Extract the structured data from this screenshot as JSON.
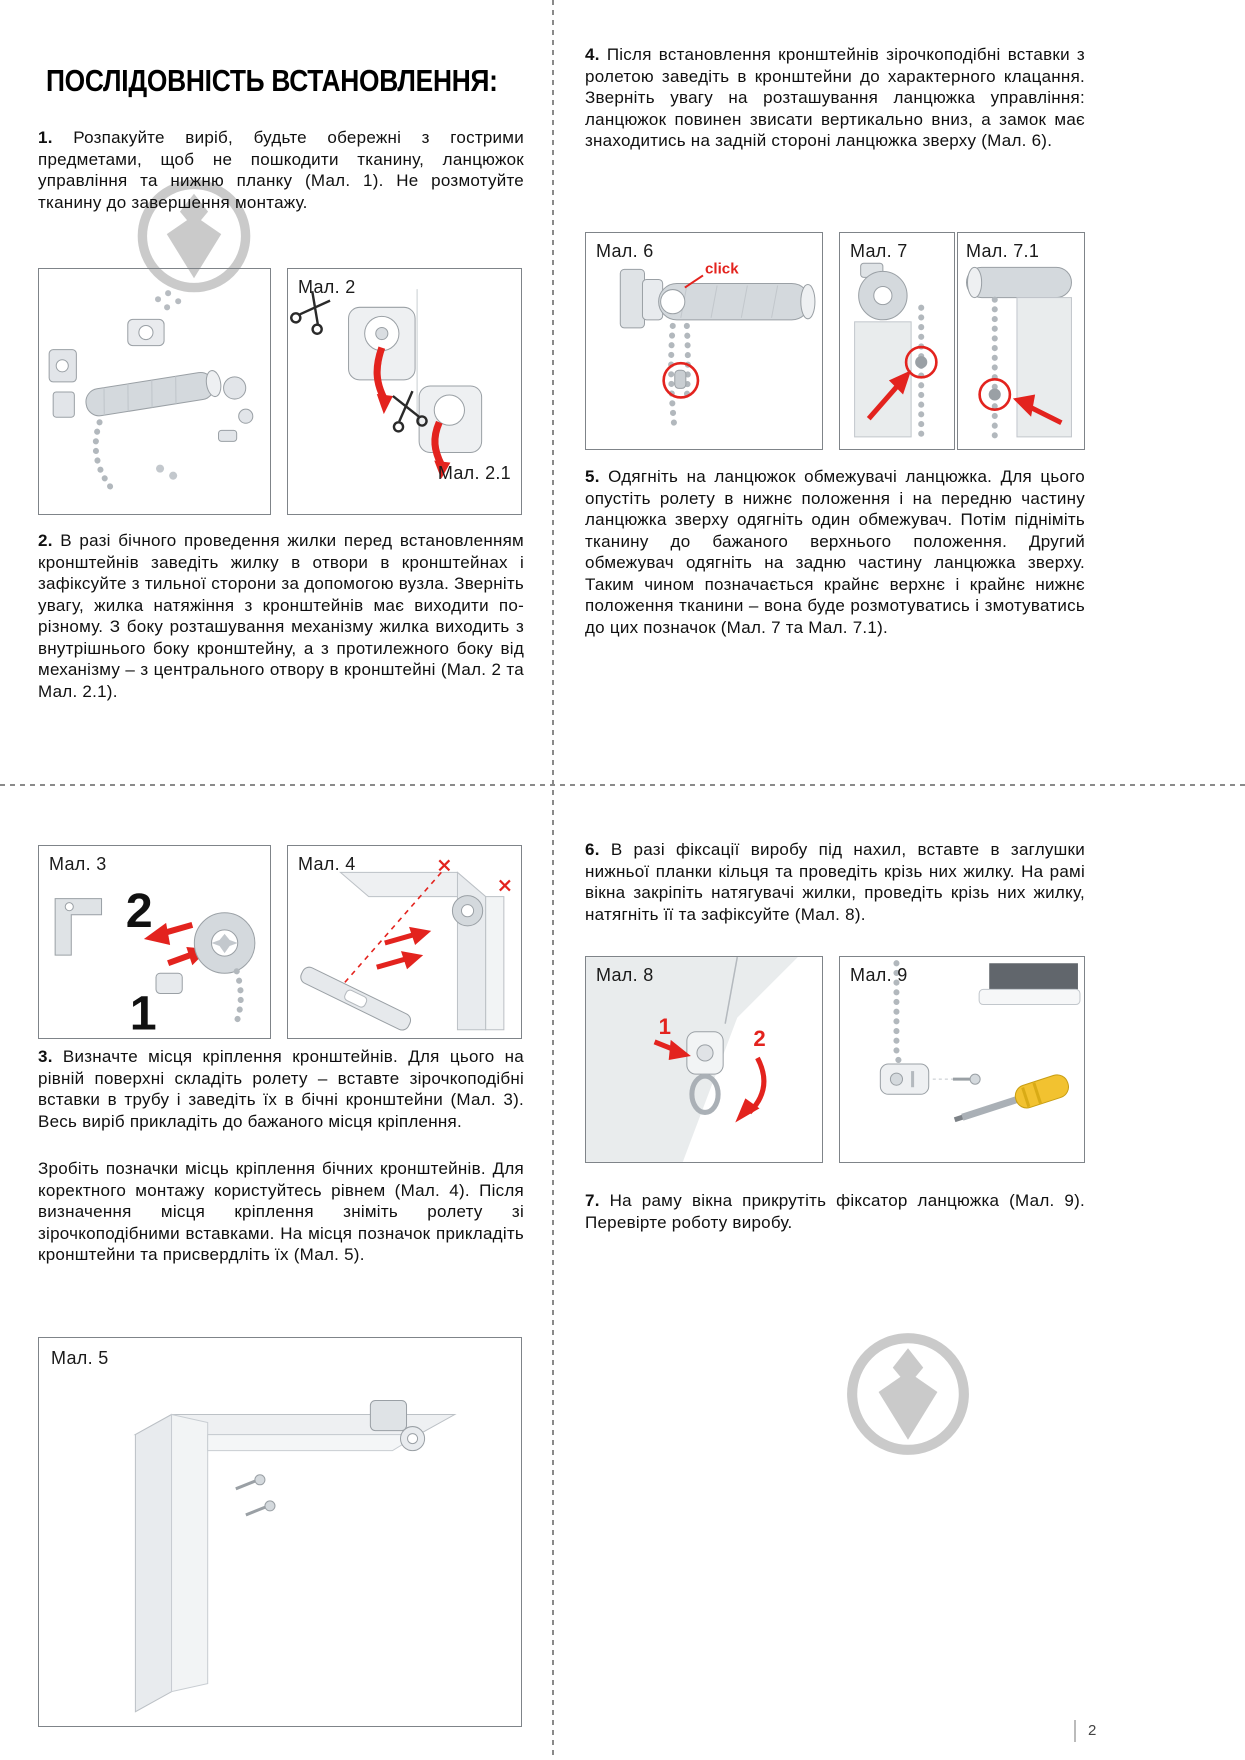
{
  "colors": {
    "accent_red": "#e3231e",
    "illustration_gray": "#d4d9dd",
    "watermark_gray": "#cacaca"
  },
  "page": {
    "title": "ПОСЛІДОВНІСТЬ ВСТАНОВЛЕННЯ:",
    "page_number": "2"
  },
  "steps": {
    "s1": {
      "num": "1.",
      "text": "Розпакуйте виріб, будьте обережні з гострими предметами, щоб не пошкодити тканину, ланцюжок управління та нижню планку (Мал. 1). Не розмотуйте тканину до завершення монтажу."
    },
    "s2": {
      "num": "2.",
      "text": "В разі бічного проведення жилки перед встановленням кронштейнів заведіть жилку в отвори в кронштейнах і зафіксуйте з тильної сторони за допомогою вузла. Зверніть увагу, жилка натяжіння з кронштейнів має виходити по-різному. З боку розташування механізму жилка виходить з внутрішнього боку кронштейну, а з протилежного боку від механізму – з центрального отвору в кронштейні (Мал. 2 та Мал. 2.1)."
    },
    "s3": {
      "num": "3.",
      "text": "Визначте місця кріплення кронштейнів. Для цього на рівній поверхні складіть ролету – вставте зірочкоподібні вставки в трубу і заведіть їх в бічні кронштейни (Мал. 3). Весь виріб прикладіть до бажаного місця кріплення.",
      "text2": "Зробіть позначки місць кріплення бічних кронштейнів. Для коректного монтажу користуйтесь рівнем (Мал. 4). Після визначення місця кріплення зніміть ролету зі зірочкоподібними вставками. На місця позначок прикладіть кронштейни та присвердліть їх (Мал. 5)."
    },
    "s4": {
      "num": "4.",
      "text": "Після встановлення кронштейнів зірочкоподібні вставки з ролетою заведіть в кронштейни до характерного клацання. Зверніть увагу на розташування ланцюжка управління: ланцюжок повинен звисати вертикально вниз, а замок має знаходитись на задній стороні ланцюжка зверху (Мал. 6)."
    },
    "s5": {
      "num": "5.",
      "text": "Одягніть на ланцюжок обмежувачі ланцюжка. Для цього опустіть ролету в нижнє положення і на передню частину ланцюжка зверху одягніть один обмежувач. Потім підніміть тканину до бажаного верхнього положення. Другий обмежувач одягніть на задню частину ланцюжка зверху. Таким чином позначається крайнє верхнє і крайнє нижнє положення тканини – вона буде розмотуватись і змотуватись до цих позначок (Мал. 7 та Мал. 7.1)."
    },
    "s6": {
      "num": "6.",
      "text": "В разі фіксації виробу під нахил, вставте в заглушки нижньої планки кільця та проведіть крізь них жилку. На рамі вікна закріпіть натягувачі жилки, проведіть крізь них жилку, натягніть її та зафіксуйте (Мал. 8)."
    },
    "s7": {
      "num": "7.",
      "text": "На раму вікна прикрутіть фіксатор ланцюжка (Мал. 9). Перевірте роботу виробу."
    }
  },
  "figures": {
    "fig2_label": "Мал. 2",
    "fig2_1_label": "Мал. 2.1",
    "fig3_label": "Мал. 3",
    "fig3_step_top": "2",
    "fig3_step_bottom": "1",
    "fig4_label": "Мал. 4",
    "fig5_label": "Мал. 5",
    "fig6_label": "Мал. 6",
    "fig6_click": "click",
    "fig7_label": "Мал. 7",
    "fig7_1_label": "Мал. 7.1",
    "fig8_label": "Мал. 8",
    "fig8_num1": "1",
    "fig8_num2": "2",
    "fig9_label": "Мал. 9"
  }
}
